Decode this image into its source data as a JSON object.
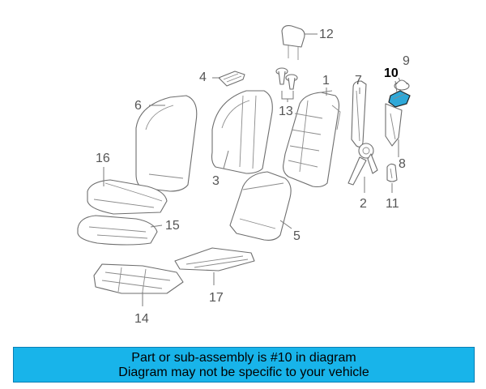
{
  "diagram": {
    "callouts": [
      {
        "id": "c1",
        "label": "1"
      },
      {
        "id": "c2",
        "label": "2"
      },
      {
        "id": "c3",
        "label": "3"
      },
      {
        "id": "c4",
        "label": "4"
      },
      {
        "id": "c5",
        "label": "5"
      },
      {
        "id": "c6",
        "label": "6"
      },
      {
        "id": "c7",
        "label": "7"
      },
      {
        "id": "c8",
        "label": "8"
      },
      {
        "id": "c9",
        "label": "9"
      },
      {
        "id": "c10",
        "label": "10",
        "highlighted": true
      },
      {
        "id": "c11",
        "label": "11"
      },
      {
        "id": "c12",
        "label": "12"
      },
      {
        "id": "c13",
        "label": "13"
      },
      {
        "id": "c14",
        "label": "14"
      },
      {
        "id": "c15",
        "label": "15"
      },
      {
        "id": "c16",
        "label": "16"
      },
      {
        "id": "c17",
        "label": "17"
      }
    ],
    "highlight_color": "#2fa8d8"
  },
  "banner": {
    "line1": "Part or sub-assembly is #10 in diagram",
    "line2": "Diagram may not be specific to your vehicle",
    "background": "#18b4ea",
    "text_color": "#000000"
  }
}
